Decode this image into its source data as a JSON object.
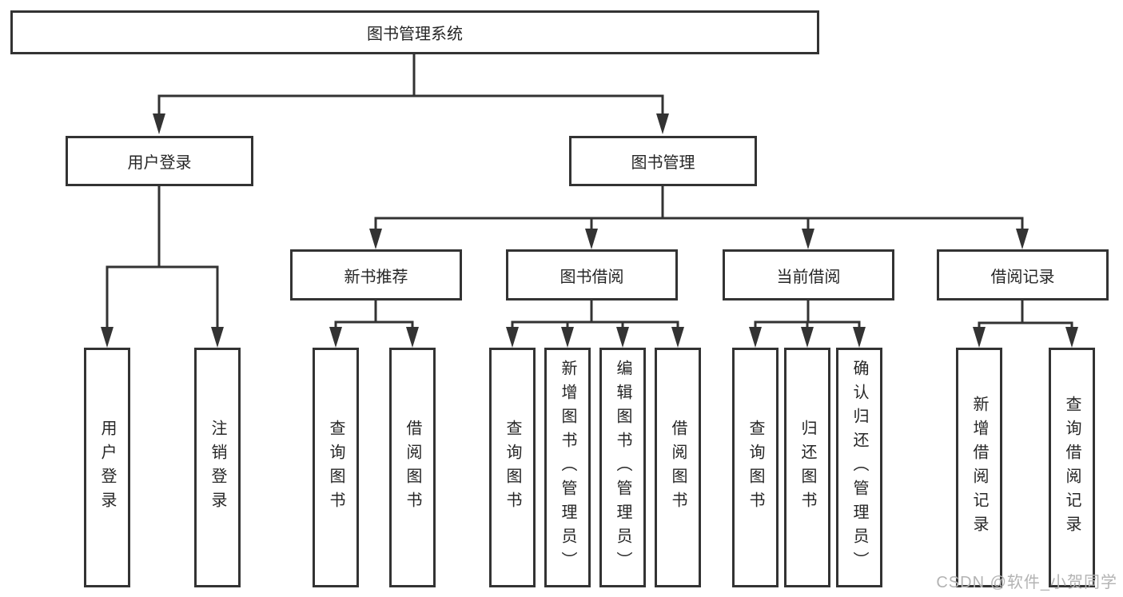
{
  "tree": {
    "label": "图书管理系统",
    "children": [
      {
        "label": "用户登录",
        "children": [
          {
            "label": "用户登录"
          },
          {
            "label": "注销登录"
          }
        ]
      },
      {
        "label": "图书管理",
        "children": [
          {
            "label": "新书推荐",
            "children": [
              {
                "label": "查询图书"
              },
              {
                "label": "借阅图书"
              }
            ]
          },
          {
            "label": "图书借阅",
            "children": [
              {
                "label": "查询图书"
              },
              {
                "label": "新增图书（管理员）"
              },
              {
                "label": "编辑图书（管理员）"
              },
              {
                "label": "借阅图书"
              }
            ]
          },
          {
            "label": "当前借阅",
            "children": [
              {
                "label": "查询图书"
              },
              {
                "label": "归还图书"
              },
              {
                "label": "确认归还（管理员）"
              }
            ]
          },
          {
            "label": "借阅记录",
            "children": [
              {
                "label": "新增借阅记录"
              },
              {
                "label": "查询借阅记录"
              }
            ]
          }
        ]
      }
    ]
  },
  "watermark": {
    "text": "CSDN @软件_小贺同学"
  },
  "colors": {
    "line": "#333333",
    "box_border": "#333333",
    "box_fill": "#ffffff",
    "text": "#262626",
    "watermark": "#b3b3b3"
  }
}
